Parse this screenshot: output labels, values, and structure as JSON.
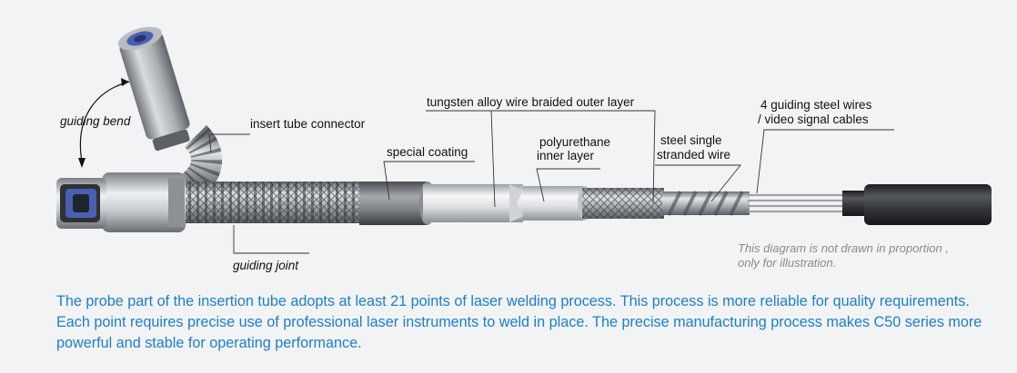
{
  "labels": {
    "guiding_bend": "guiding bend",
    "insert_tube_connector": "insert tube connector",
    "special_coating": "special coating",
    "tungsten_layer": "tungsten alloy wire braided outer layer",
    "polyurethane_line1": "polyurethane",
    "polyurethane_line2": "inner layer",
    "steel_wire_line1": "steel single",
    "steel_wire_line2": "stranded wire",
    "guiding_wires_line1": "4 guiding steel wires",
    "guiding_wires_line2": "/ video signal cables",
    "guiding_joint": "guiding joint"
  },
  "note": {
    "line1": "This diagram is not drawn in proportion ,",
    "line2": "only for illustration."
  },
  "description": "The probe part of the insertion tube adopts at least 21 points of laser welding process. This process is more reliable for quality requirements. Each point requires  precise  use  of  professional laser instruments to weld in place. The precise manufacturing process makes C50 series more powerful and stable for operating performance.",
  "colors": {
    "background": "#f2f3f4",
    "description_text": "#1f7fc4",
    "lens_blue": "#4a5fb0",
    "cable_dark": "#2b2d31"
  }
}
